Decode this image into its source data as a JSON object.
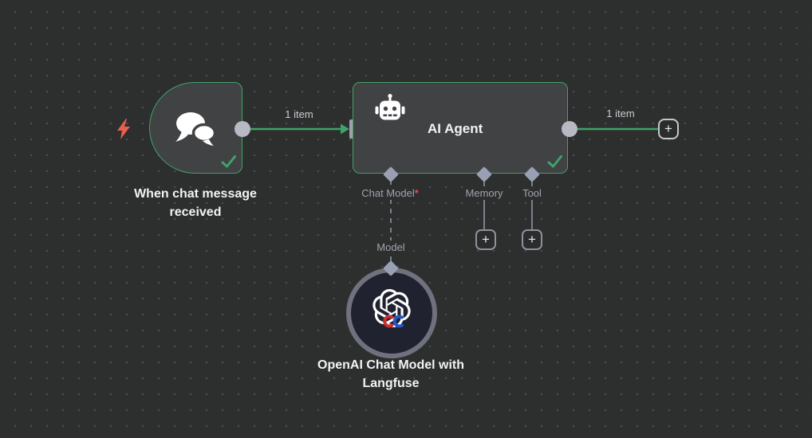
{
  "colors": {
    "canvas_bg": "#2d2e2e",
    "canvas_dot": "#4b4d4f",
    "node_fill": "#414244",
    "success_green": "#3fa368",
    "connector_gray": "#9aa0b4",
    "port_line_gray": "#7d808c",
    "endpoint_gray": "#b7b9c3",
    "text_primary": "#f2f3f4",
    "text_secondary": "#9fa3ad",
    "required_red": "#e5484d",
    "bolt_orange": "#e8604c",
    "model_node_fill": "#20222f",
    "model_node_ring": "#6f717c",
    "badge_red": "#cf2e2e",
    "badge_blue": "#2557c7"
  },
  "trigger_node": {
    "label": "When chat message received",
    "icon": "chat-bubbles-icon",
    "status": "success"
  },
  "agent_node": {
    "title": "AI Agent",
    "icon": "robot-icon",
    "status": "success",
    "ports": [
      {
        "label": "Chat Model",
        "required_marker": "*"
      },
      {
        "label": "Memory"
      },
      {
        "label": "Tool"
      }
    ]
  },
  "model_node": {
    "label": "OpenAI Chat Model with Langfuse",
    "icon": "openai-logo-icon",
    "port_label": "Model"
  },
  "connections": {
    "trigger_to_agent_label": "1 item",
    "agent_output_label": "1 item"
  },
  "buttons": {
    "plus_label": "+"
  }
}
